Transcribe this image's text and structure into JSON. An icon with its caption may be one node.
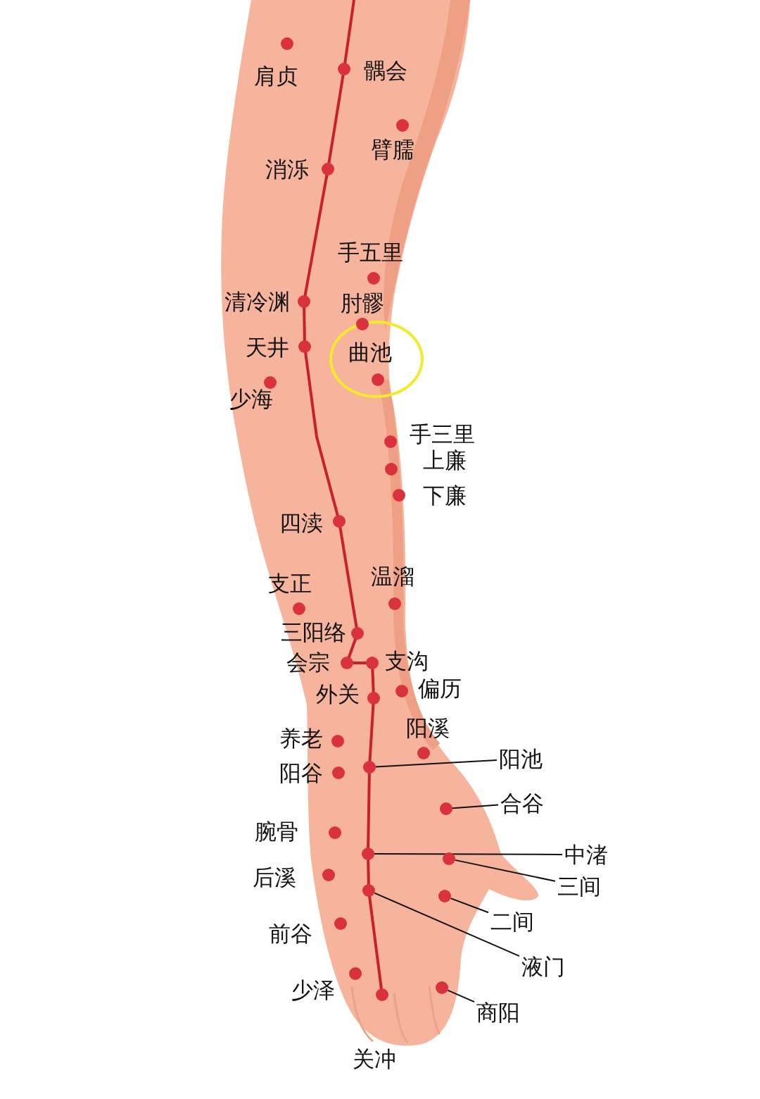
{
  "diagram": {
    "nodes": [
      {
        "text": [
          "曲池"
        ]
      },
      {
        "text": [
          "阳池"
        ]
      },
      {
        "text": [],
        "shape": "circle"
      },
      {
        "text": [
          "合谷"
        ]
      },
      {
        "text": [],
        "shape": "circle"
      },
      {
        "text": [
          "中渚"
        ]
      },
      {
        "text": [],
        "shape": "circle"
      },
      {
        "text": [
          "三间"
        ]
      },
      {
        "text": [],
        "shape": "circle"
      },
      {
        "text": [
          "二间"
        ]
      },
      {
        "text": [],
        "shape": "circle"
      },
      {
        "text": [
          "液门"
        ]
      },
      {
        "text": [],
        "shape": "circle"
      },
      {
        "text": [
          "商阳"
        ]
      },
      {
        "text": [],
        "shape": "circle"
      },
      {
        "text": [],
        "shape": "circle",
        "in": 0
      },
      {
        "text": [],
        "shape": "circle"
      },
      {
        "text": [],
        "shape": "circle"
      },
      {
        "text": [],
        "shape": "circle"
      },
      {
        "text": [],
        "shape": "circle"
      },
      {
        "text": [],
        "shape": "circle"
      },
      {
        "text": [],
        "shape": "circle"
      },
      {
        "text": [],
        "shape": "circle"
      },
      {
        "text": [],
        "shape": "circle"
      },
      {
        "text": [],
        "shape": "circle"
      },
      {
        "text": [],
        "shape": "circle"
      },
      {
        "text": [],
        "shape": "circle"
      },
      {
        "text": [],
        "shape": "circle"
      },
      {
        "text": [],
        "shape": "circle"
      },
      {
        "text": [],
        "shape": "circle"
      },
      {
        "text": [],
        "shape": "circle"
      },
      {
        "text": [],
        "shape": "circle"
      },
      {
        "text": [],
        "shape": "circle"
      },
      {
        "text": [],
        "shape": "circle"
      },
      {
        "text": [],
        "shape": "circle"
      },
      {
        "text": [],
        "shape": "circle"
      },
      {
        "text": [],
        "shape": "circle"
      },
      {
        "text": [],
        "shape": "circle"
      },
      {
        "text": [],
        "shape": "circle"
      },
      {
        "text": [],
        "shape": "circle"
      },
      {
        "text": [],
        "shape": "circle"
      },
      {
        "text": [],
        "shape": "circle"
      },
      {
        "text": [],
        "shape": "circle"
      },
      {
        "text": [],
        "shape": "circle"
      }
    ],
    "edges": [
      {
        "from": 1,
        "to": 2,
        "arrow": "none"
      },
      {
        "from": 3,
        "to": 4,
        "arrow": "none"
      },
      {
        "from": 5,
        "to": 6,
        "arrow": "none"
      },
      {
        "from": 7,
        "to": 8,
        "arrow": "none"
      },
      {
        "from": 9,
        "to": 10,
        "arrow": "none"
      },
      {
        "from": 11,
        "to": 12,
        "arrow": "none"
      },
      {
        "from": 13,
        "to": 14,
        "arrow": "none"
      }
    ],
    "labels": [
      "肩贞",
      "髃会",
      "臂臑",
      "消泺",
      "手五里",
      "清冷渊",
      "肘髎",
      "天井",
      "少海",
      "手三里",
      "上廉",
      "下廉",
      "四渎",
      "温溜",
      "支正",
      "三阳络",
      "会宗",
      "支沟",
      "偏历",
      "外关",
      "阳溪",
      "养老",
      "阳谷",
      "腕骨",
      "后溪",
      "前谷",
      "少泽",
      "关冲"
    ]
  }
}
